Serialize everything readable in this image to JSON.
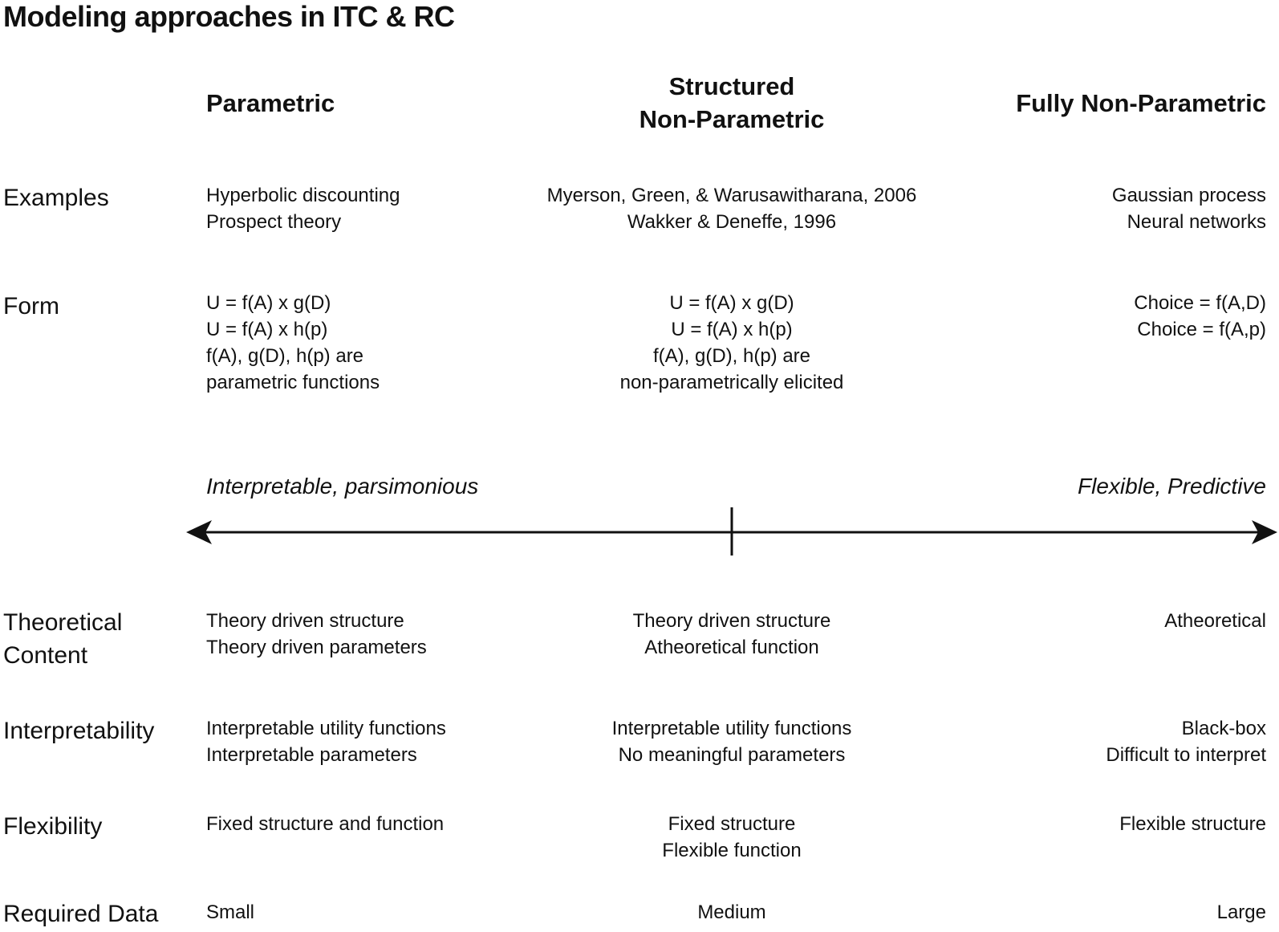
{
  "title": "Modeling approaches in ITC & RC",
  "columns": {
    "parametric": {
      "lines": [
        "Parametric"
      ]
    },
    "structured": {
      "lines": [
        "Structured",
        "Non-Parametric"
      ]
    },
    "fully": {
      "lines": [
        "Fully Non-Parametric"
      ]
    }
  },
  "rows": {
    "examples": {
      "label": [
        "Examples"
      ],
      "parametric": [
        "Hyperbolic discounting",
        "Prospect theory"
      ],
      "structured": [
        "Myerson, Green, & Warusawitharana, 2006",
        "Wakker & Deneffe, 1996"
      ],
      "fully": [
        "Gaussian process",
        "Neural networks"
      ]
    },
    "form": {
      "label": [
        "Form"
      ],
      "parametric": [
        "U = f(A) x g(D)",
        "U = f(A) x h(p)",
        "f(A), g(D), h(p) are",
        "parametric functions"
      ],
      "structured": [
        "U = f(A) x g(D)",
        "U = f(A) x h(p)",
        "f(A), g(D), h(p) are",
        "non-parametrically elicited"
      ],
      "fully": [
        "Choice = f(A,D)",
        "Choice = f(A,p)"
      ]
    },
    "theoretical_content": {
      "label": [
        "Theoretical",
        "Content"
      ],
      "parametric": [
        "Theory driven structure",
        "Theory driven parameters"
      ],
      "structured": [
        "Theory driven structure",
        "Atheoretical function"
      ],
      "fully": [
        "Atheoretical"
      ]
    },
    "interpretability": {
      "label": [
        "Interpretability"
      ],
      "parametric": [
        "Interpretable utility functions",
        "Interpretable parameters"
      ],
      "structured": [
        "Interpretable utility functions",
        "No meaningful parameters"
      ],
      "fully": [
        "Black-box",
        "Difficult to interpret"
      ]
    },
    "flexibility": {
      "label": [
        "Flexibility"
      ],
      "parametric": [
        "Fixed structure and function"
      ],
      "structured": [
        "Fixed structure",
        "Flexible function"
      ],
      "fully": [
        "Flexible structure"
      ]
    },
    "required_data": {
      "label": [
        "Required Data"
      ],
      "parametric": [
        "Small"
      ],
      "structured": [
        "Medium"
      ],
      "fully": [
        "Large"
      ]
    }
  },
  "axis": {
    "left_label": "Interpretable, parsimonious",
    "right_label": "Flexible, Predictive"
  }
}
